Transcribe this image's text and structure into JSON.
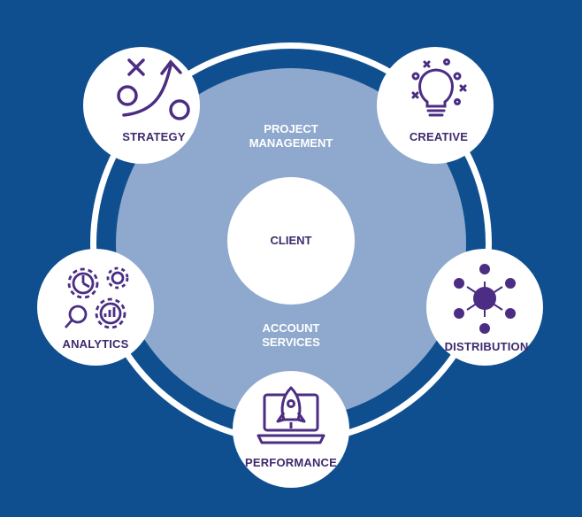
{
  "diagram": {
    "center": {
      "label": "CLIENT"
    },
    "inner_labels": {
      "top": [
        "PROJECT",
        "MANAGEMENT"
      ],
      "bottom": [
        "ACCOUNT",
        "SERVICES"
      ]
    },
    "nodes": [
      {
        "label": "STRATEGY",
        "icon": "strategy-icon"
      },
      {
        "label": "CREATIVE",
        "icon": "lightbulb-icon"
      },
      {
        "label": "DISTRIBUTION",
        "icon": "network-icon"
      },
      {
        "label": "PERFORMANCE",
        "icon": "rocket-laptop-icon"
      },
      {
        "label": "ANALYTICS",
        "icon": "gears-analytics-icon"
      }
    ]
  },
  "colors": {
    "background": "#0f4f8f",
    "outer_ring": "#ffffff",
    "ring_band": "#0f4f8f",
    "inner_disc": "#8ea9cd",
    "node_fill": "#ffffff",
    "icon_purple": "#4b2d83",
    "label_purple": "#3d2a6e"
  }
}
